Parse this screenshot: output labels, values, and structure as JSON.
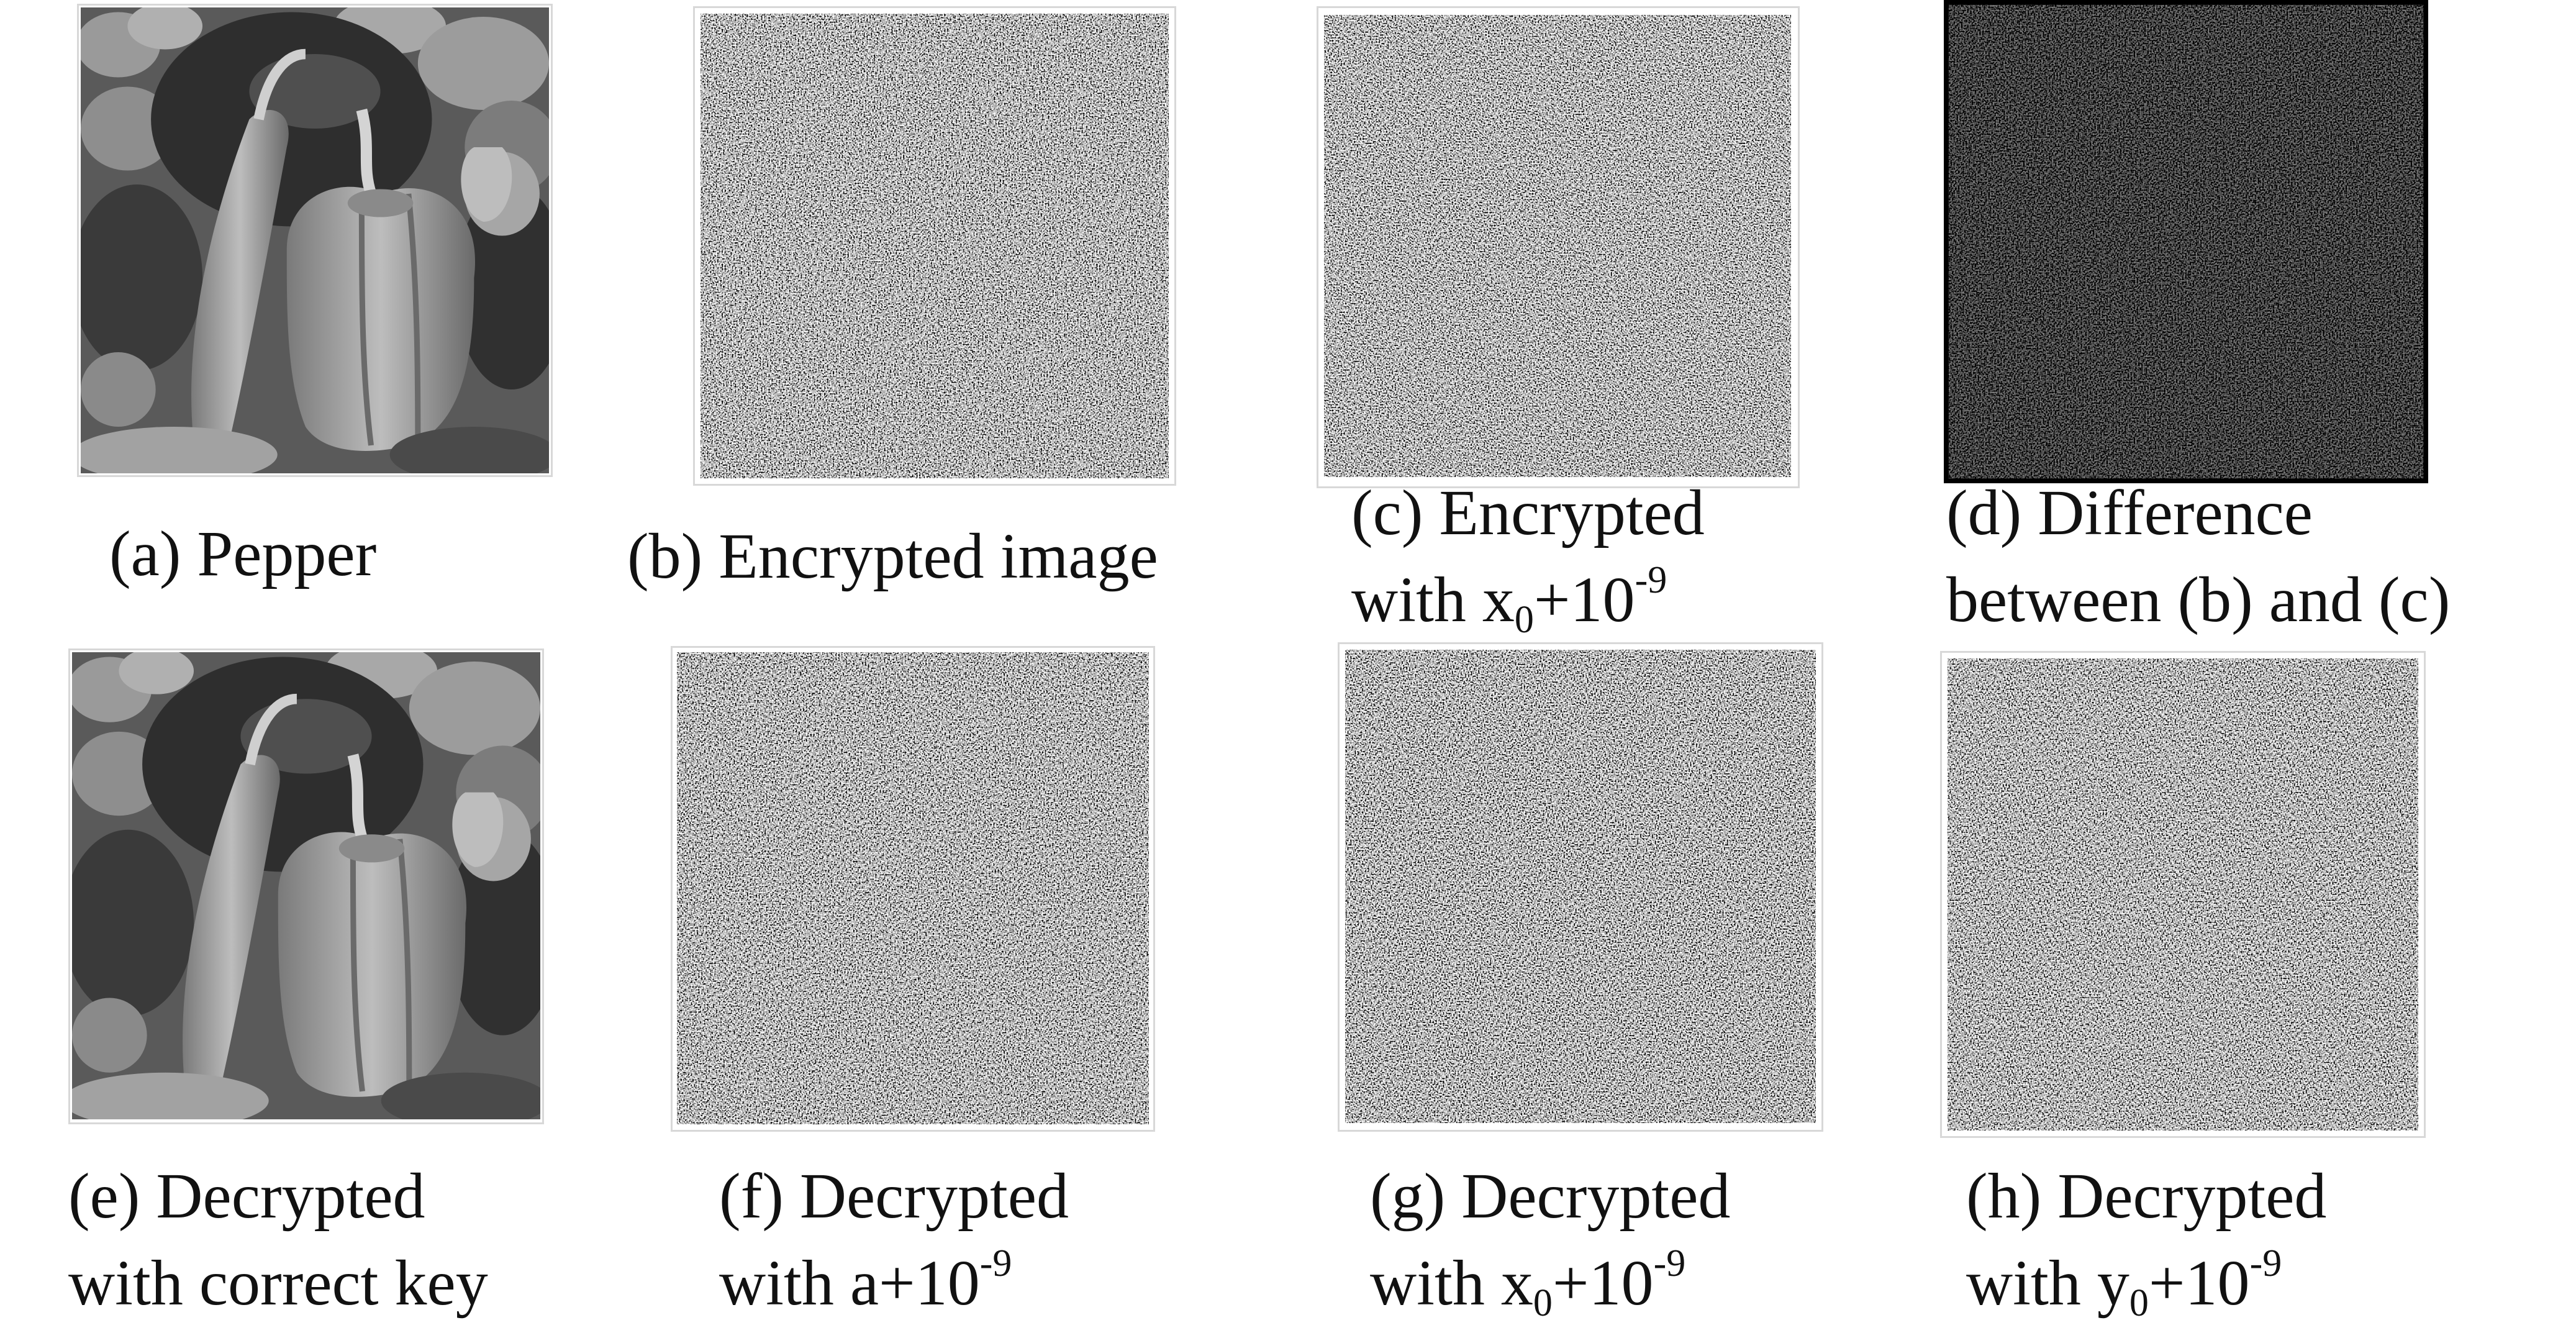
{
  "figure": {
    "panels": [
      {
        "id": "a",
        "kind": "photo",
        "caption_lines": [
          {
            "text": "(a) Pepper"
          }
        ]
      },
      {
        "id": "b",
        "kind": "noise",
        "caption_lines": [
          {
            "text": "(b) Encrypted image"
          }
        ]
      },
      {
        "id": "c",
        "kind": "noise",
        "caption_lines": [
          {
            "text": "(c) Encrypted"
          },
          {
            "prefix": "with x",
            "sub": "0",
            "mid": "+10",
            "sup": "-9"
          }
        ]
      },
      {
        "id": "d",
        "kind": "dark-noise",
        "caption_lines": [
          {
            "text": "(d) Difference"
          },
          {
            "text": "between (b) and (c)"
          }
        ]
      },
      {
        "id": "e",
        "kind": "photo",
        "caption_lines": [
          {
            "text": "(e) Decrypted"
          },
          {
            "text": "with correct key"
          }
        ]
      },
      {
        "id": "f",
        "kind": "noise",
        "caption_lines": [
          {
            "text": "(f) Decrypted"
          },
          {
            "prefix": "with a+10",
            "sup": "-9"
          }
        ]
      },
      {
        "id": "g",
        "kind": "noise",
        "caption_lines": [
          {
            "text": "(g) Decrypted"
          },
          {
            "prefix": "with x",
            "sub": "0",
            "mid": "+10",
            "sup": "-9"
          }
        ]
      },
      {
        "id": "h",
        "kind": "noise",
        "caption_lines": [
          {
            "text": "(h) Decrypted"
          },
          {
            "prefix": "with y",
            "sub": "0",
            "mid": "+10",
            "sup": "-9"
          }
        ]
      }
    ]
  }
}
